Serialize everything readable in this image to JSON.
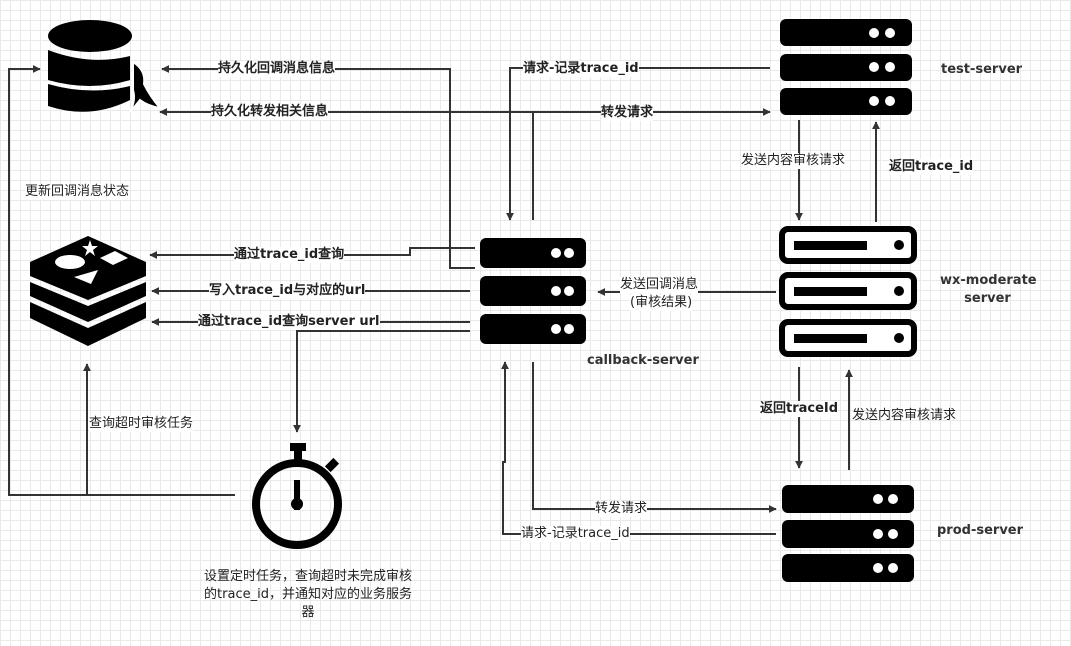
{
  "nodes": {
    "mysql": {
      "icon": "mysql-database-icon"
    },
    "redis": {
      "icon": "redis-icon"
    },
    "timer": {
      "icon": "stopwatch-icon",
      "note": "设置定时任务，查询超时未完成审核的trace_id，并通知对应的业务服务器"
    },
    "callback_server": {
      "icon": "server-icon",
      "label": "callback-server"
    },
    "test_server": {
      "icon": "server-icon",
      "label": "test-server"
    },
    "wx_moderate_server": {
      "icon": "server-outline-icon",
      "label_line1": "wx-moderate",
      "label_line2": "server"
    },
    "prod_server": {
      "icon": "server-icon",
      "label": "prod-server"
    }
  },
  "edges": {
    "persist_callback": "持久化回调消息信息",
    "persist_forward": "持久化转发相关信息",
    "update_status": "更新回调消息状态",
    "query_by_trace": "通过trace_id查询",
    "write_trace_url": "写入trace_id与对应的url",
    "query_server_url": "通过trace_id查询server url",
    "query_timeout": "查询超时审核任务",
    "test_record_trace": "请求-记录trace_id",
    "test_forward": "转发请求",
    "test_send_moderation": "发送内容审核请求",
    "test_return_trace": "返回trace_id",
    "send_callback_line1": "发送回调消息",
    "send_callback_line2": "(审核结果)",
    "wx_return_traceid": "返回traceId",
    "prod_send_moderation": "发送内容审核请求",
    "prod_forward": "转发请求",
    "prod_record_trace": "请求-记录trace_id"
  },
  "colors": {
    "line": "#333333",
    "icon": "#000000",
    "grid": "#e9e9e9"
  }
}
